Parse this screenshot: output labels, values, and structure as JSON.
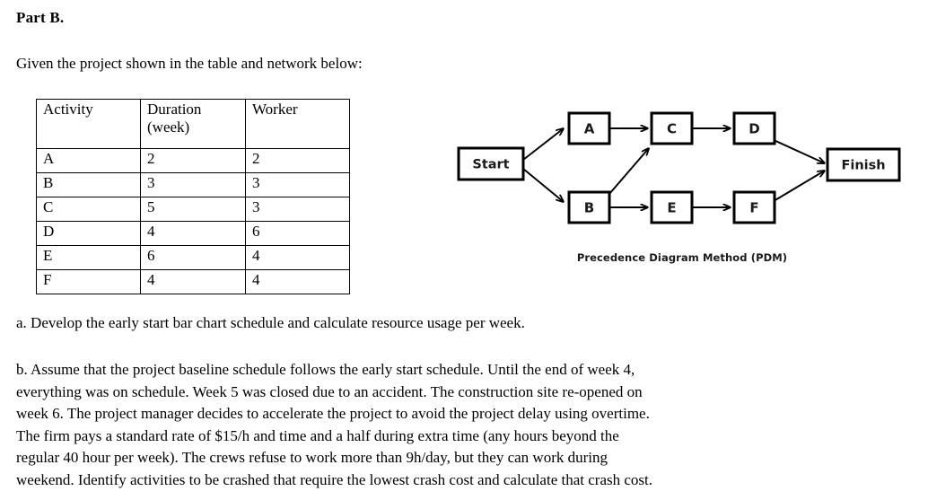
{
  "heading": "Part B.",
  "intro": "Given the project shown in the table and network below:",
  "table": {
    "headers": {
      "activity": "Activity",
      "duration_line1": "Duration",
      "duration_line2": "(week)",
      "worker": "Worker"
    },
    "rows": [
      {
        "activity": "A",
        "duration": "2",
        "worker": "2"
      },
      {
        "activity": "B",
        "duration": "3",
        "worker": "3"
      },
      {
        "activity": "C",
        "duration": "5",
        "worker": "3"
      },
      {
        "activity": "D",
        "duration": "4",
        "worker": "6"
      },
      {
        "activity": "E",
        "duration": "6",
        "worker": "4"
      },
      {
        "activity": "F",
        "duration": "4",
        "worker": "4"
      }
    ]
  },
  "diagram": {
    "caption": "Precedence Diagram Method (PDM)",
    "nodes": {
      "start": "Start",
      "a": "A",
      "b": "B",
      "c": "C",
      "d": "D",
      "e": "E",
      "f": "F",
      "finish": "Finish"
    },
    "edges": [
      "Start->A",
      "Start->B",
      "A->C",
      "B->C",
      "B->E",
      "C->D",
      "E->F",
      "D->Finish",
      "F->Finish"
    ],
    "colors": {
      "stroke": "#000000",
      "fill": "#ffffff",
      "text": "#1a1a1a"
    }
  },
  "questions": {
    "a": "a. Develop the early start bar chart schedule and calculate resource usage per week.",
    "b_lines": [
      "b. Assume that the project baseline schedule follows the early start schedule. Until the end of week 4,",
      "everything was on schedule. Week 5 was closed due to an accident. The construction site re-opened on",
      "week 6. The project manager decides to accelerate the project to avoid the project delay using overtime.",
      "The firm pays a standard rate of $15/h and time and a half during extra time (any hours beyond the",
      "regular 40 hour per week). The crews refuse to work more than 9h/day, but they can work during",
      "weekend. Identify activities to be crashed that require the lowest crash cost and calculate that crash cost."
    ]
  }
}
